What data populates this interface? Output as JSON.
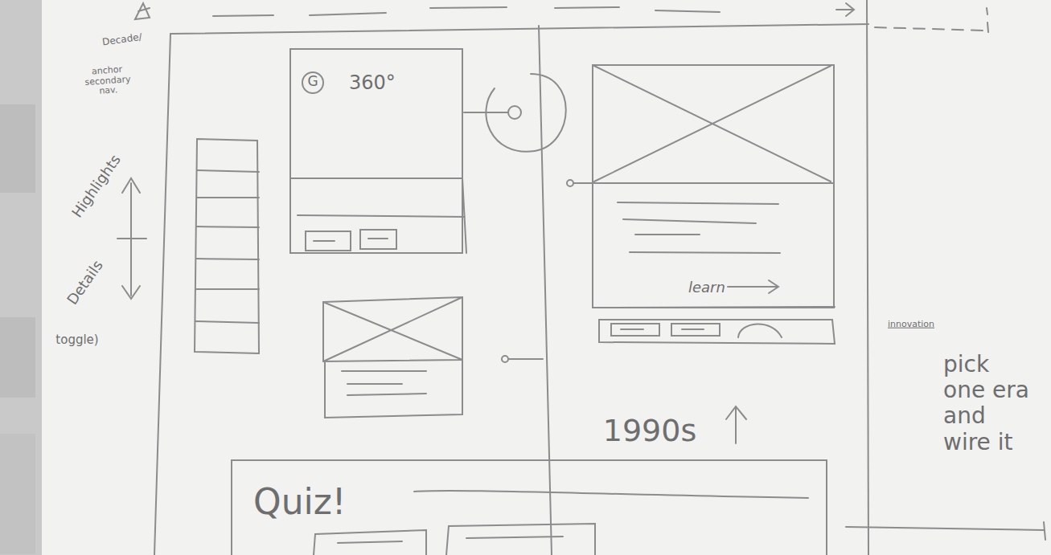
{
  "diagram": {
    "nodes": [
      {
        "text": [
          "360°"
        ]
      },
      {
        "text": [
          "G"
        ],
        "in": 0
      },
      {
        "text": [
          "learn"
        ]
      },
      {
        "text": [
          "Quiz!"
        ]
      }
    ],
    "labels": [
      "Decade/",
      "anchor secondary nav.",
      "Highlights",
      "Details",
      "toggle)",
      "1990s",
      "innovation",
      "pick one era and wire it"
    ]
  }
}
